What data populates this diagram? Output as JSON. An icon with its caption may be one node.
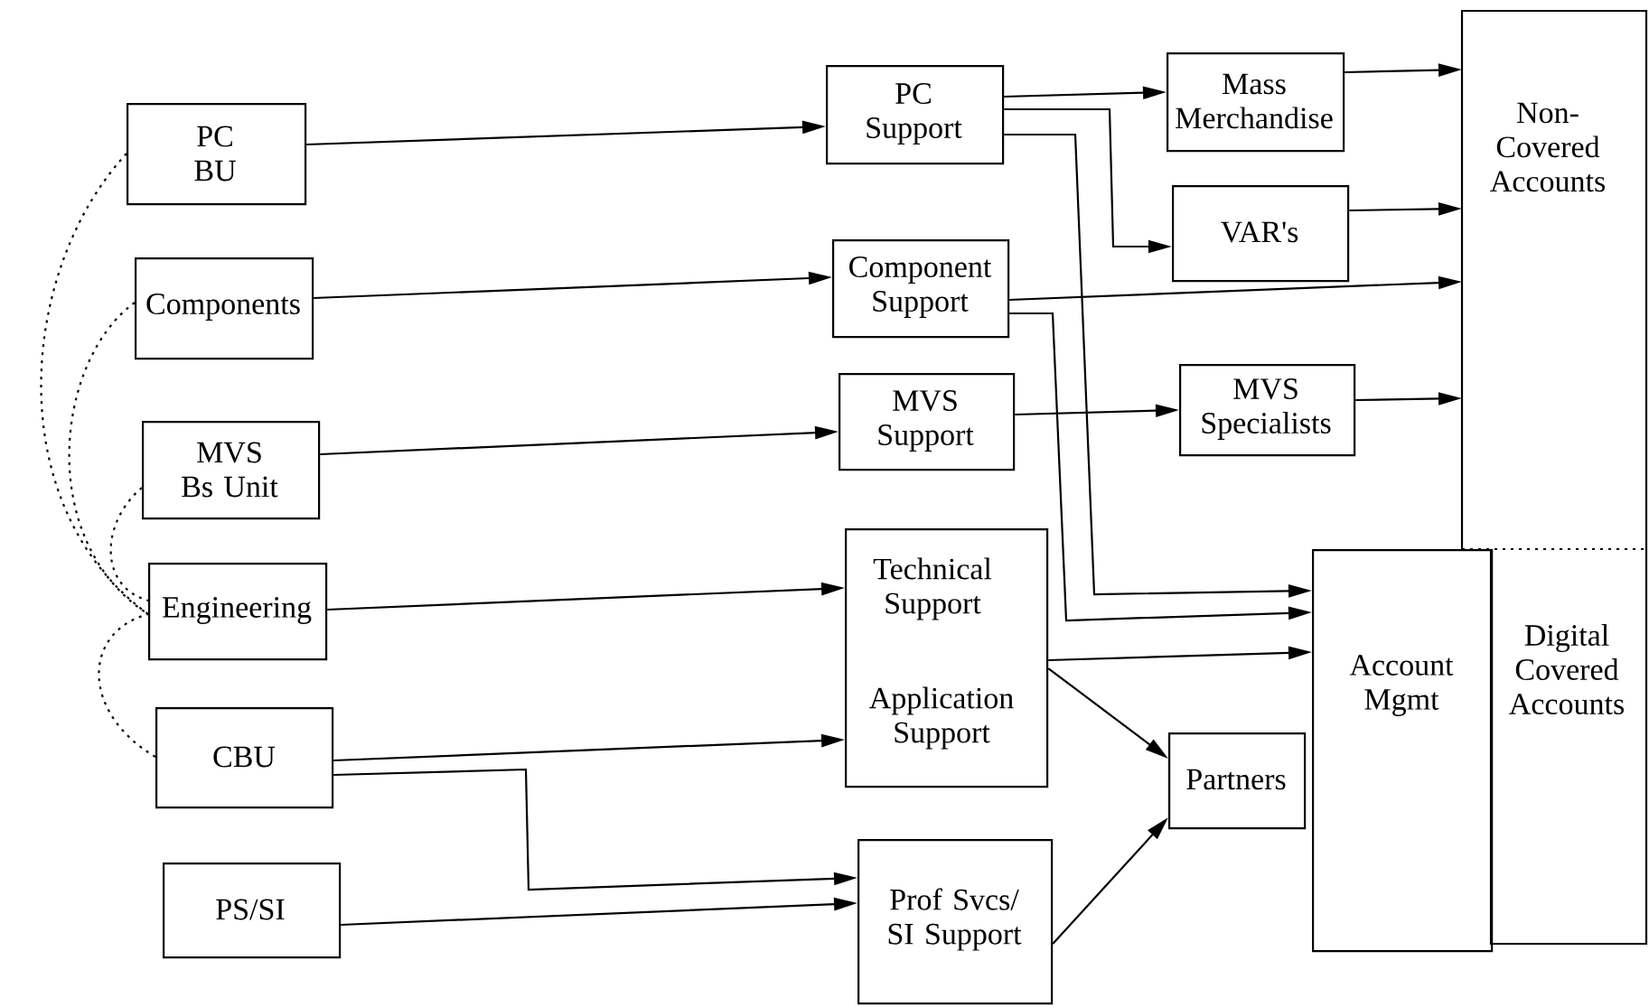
{
  "diagram": {
    "nodes": [
      {
        "text": [
          "PC BU"
        ]
      },
      {
        "text": [
          "Components"
        ]
      },
      {
        "text": [
          "MVS Bs Unit"
        ]
      },
      {
        "text": [
          "Engineering"
        ]
      },
      {
        "text": [
          "CBU"
        ]
      },
      {
        "text": [
          "PS/SI"
        ]
      },
      {
        "text": [
          "PC Support"
        ]
      },
      {
        "text": [
          "Component Support"
        ]
      },
      {
        "text": [
          "MVS Support"
        ]
      },
      {
        "text": [
          "Technical Support",
          "Application Support"
        ]
      },
      {
        "text": [
          "Prof Svcs/ SI Support"
        ]
      },
      {
        "text": [
          "Mass Merchandise"
        ]
      },
      {
        "text": [
          "VAR's"
        ]
      },
      {
        "text": [
          "MVS Specialists"
        ]
      },
      {
        "text": [
          "Partners"
        ]
      },
      {
        "text": [
          "Non-Covered Accounts"
        ]
      },
      {
        "text": [
          "Account Mgmt"
        ]
      },
      {
        "text": [
          "Digital Covered Accounts"
        ]
      }
    ],
    "edges": [
      {
        "from": 0,
        "to": 6,
        "arrow": "to"
      },
      {
        "from": 1,
        "to": 7,
        "arrow": "to"
      },
      {
        "from": 2,
        "to": 8,
        "arrow": "to"
      },
      {
        "from": 3,
        "to": 9,
        "arrow": "to"
      },
      {
        "from": 4,
        "to": 9,
        "arrow": "to"
      },
      {
        "from": 4,
        "to": 10,
        "arrow": "to"
      },
      {
        "from": 5,
        "to": 10,
        "arrow": "to"
      },
      {
        "from": 6,
        "to": 11,
        "arrow": "to"
      },
      {
        "from": 6,
        "to": 12,
        "arrow": "to"
      },
      {
        "from": 6,
        "to": 16,
        "arrow": "to"
      },
      {
        "from": 7,
        "to": 15,
        "arrow": "to"
      },
      {
        "from": 7,
        "to": 16,
        "arrow": "to"
      },
      {
        "from": 8,
        "to": 13,
        "arrow": "to"
      },
      {
        "from": 9,
        "to": 16,
        "arrow": "to"
      },
      {
        "from": 9,
        "to": 14,
        "arrow": "to"
      },
      {
        "from": 10,
        "to": 14,
        "arrow": "to"
      },
      {
        "from": 11,
        "to": 15,
        "arrow": "to"
      },
      {
        "from": 12,
        "to": 15,
        "arrow": "to"
      },
      {
        "from": 13,
        "to": 15,
        "arrow": "to"
      },
      {
        "from": 0,
        "to": 3,
        "arrow": "none",
        "style": "dashed"
      },
      {
        "from": 1,
        "to": 3,
        "arrow": "none",
        "style": "dashed"
      },
      {
        "from": 2,
        "to": 3,
        "arrow": "none",
        "style": "dashed"
      },
      {
        "from": 4,
        "to": 3,
        "arrow": "none",
        "style": "dashed"
      }
    ]
  }
}
